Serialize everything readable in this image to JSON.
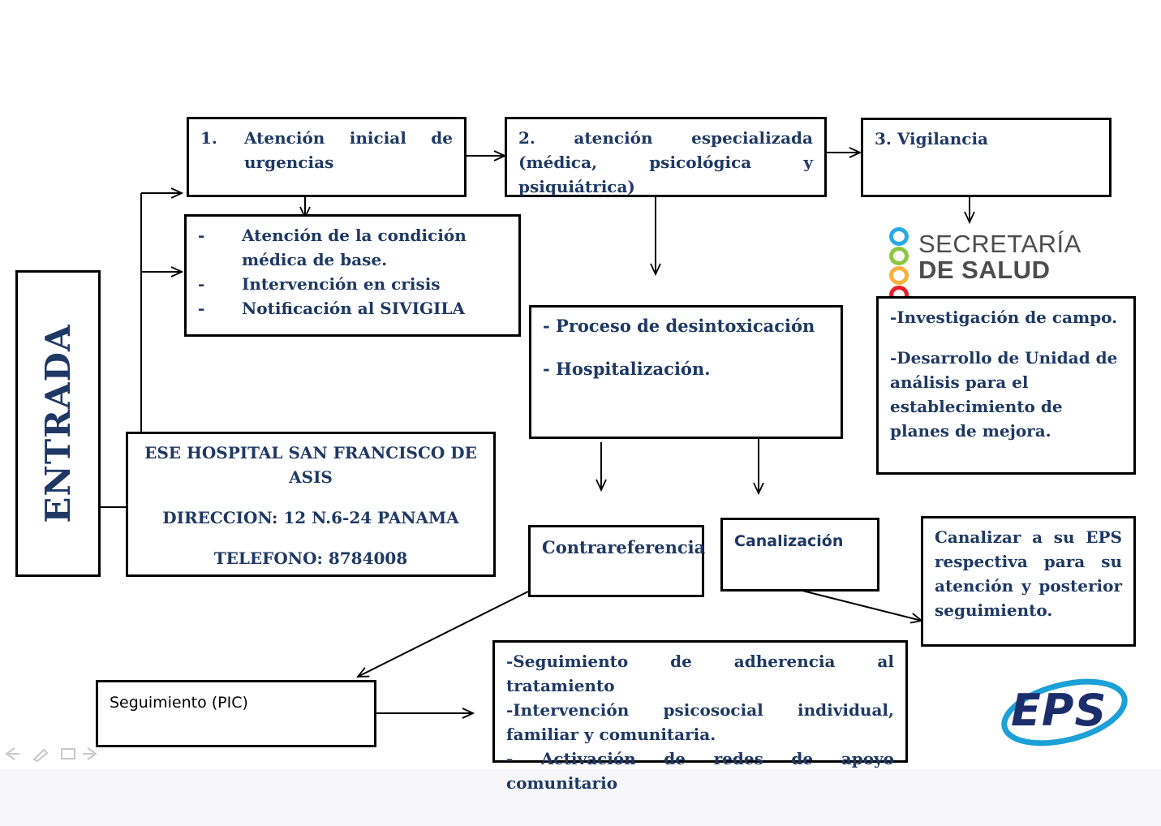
{
  "entrada": {
    "label": "ENTRADA"
  },
  "hospital": {
    "name": "ESE HOSPITAL SAN FRANCISCO DE ASIS",
    "address": "DIRECCION: 12 N.6-24 PANAMA",
    "phone": "TELEFONO: 8784008"
  },
  "step1": {
    "number": "1.",
    "title": "Atención inicial de urgencias",
    "items": [
      "Atención de la condición médica de base.",
      "Intervención en crisis",
      "Notificación al SIVIGILA"
    ],
    "item_marker": "-"
  },
  "step2": {
    "title": "2. atención especializada (médica, psicológica y psiquiátrica)",
    "process_items": [
      "- Proceso de desintoxicación",
      "- Hospitalización."
    ]
  },
  "step3": {
    "title": "3. Vigilancia",
    "items": [
      "-Investigación de campo.",
      "-Desarrollo de Unidad de análisis para el establecimiento de planes de mejora."
    ]
  },
  "secretaria_logo": {
    "line1": "SECRETARÍA",
    "line2": "DE SALUD",
    "dot_colors": [
      "#29abe2",
      "#8cc63f",
      "#fbb03b",
      "#ed1c24"
    ]
  },
  "contrareferencia": {
    "label": "Contrareferencia"
  },
  "canalizacion": {
    "label": "Canalización",
    "detail": "Canalizar a su EPS respectiva para su atención y posterior seguimiento."
  },
  "seguimiento": {
    "label": "Seguimiento (PIC)",
    "items": [
      "-Seguimiento de adherencia al tratamiento",
      "-Intervención psicosocial individual, familiar y comunitaria.",
      "- Activación de redes de apoyo comunitario"
    ]
  },
  "eps_logo": {
    "text": "EPS",
    "color": "#1c2d6b",
    "ring_color": "#1ba1d8"
  },
  "colors": {
    "text": "#1f3864",
    "border": "#000000"
  }
}
